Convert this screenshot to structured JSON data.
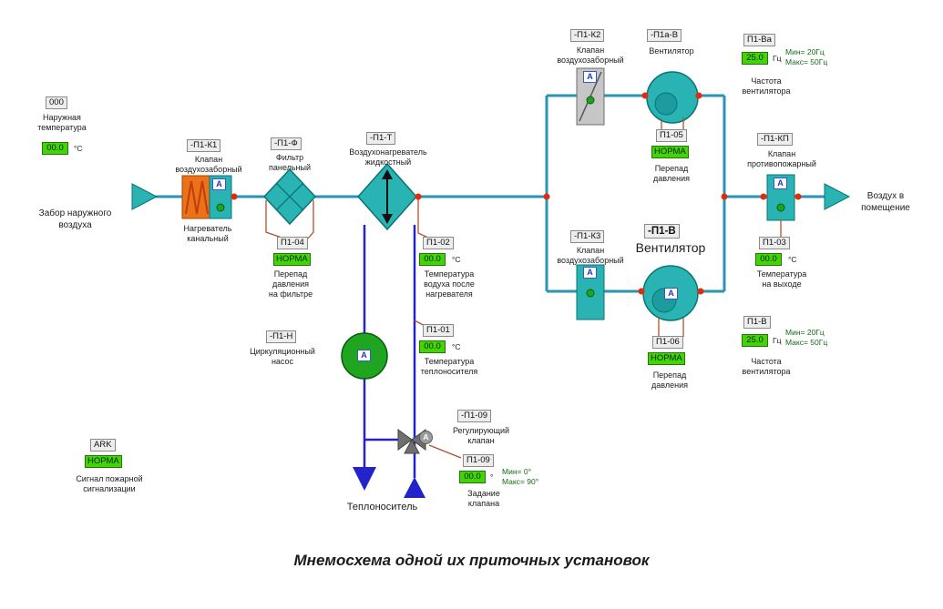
{
  "caption": "Мнемосхема одной их приточных установок",
  "ui": {
    "actuator": "A"
  },
  "colors": {
    "teal": "#2ab3b3",
    "air_pipe": "#2b93b5",
    "water_pipe": "#2323cb",
    "signal_line": "#b0512a",
    "value_green": "#43d307",
    "junction_red": "#e22b0c",
    "status_green": "#1da321",
    "heater_orange": "#ec7218"
  },
  "outside_temp": {
    "tag": "000",
    "label": "Наружная\nтемпература",
    "value": "00.0",
    "unit": "°C"
  },
  "intake": {
    "label": "Забор наружного\nвоздуха"
  },
  "heater": {
    "name": "-П1-К1",
    "kind": "Клапан\nвоздухозаборный",
    "sub": "Нагреватель\nканальный"
  },
  "filter": {
    "name": "-П1-Ф",
    "kind": "Фильтр\nпанельный",
    "tag": "П1-04",
    "status": "НОРМА",
    "desc": "Перепад\nдавления\nна фильтре"
  },
  "exchanger": {
    "name": "-П1-Т",
    "kind": "Воздухонагреватель\nжидкостный"
  },
  "temp_after": {
    "tag": "П1-02",
    "value": "00.0",
    "unit": "°C",
    "desc": "Температура\nводуха после\nнагревателя"
  },
  "temp_coolant": {
    "tag": "П1-01",
    "value": "00.0",
    "unit": "°C",
    "desc": "Температура\nтеплоносителя"
  },
  "pump": {
    "name": "-П1-Н",
    "kind": "Циркуляционный\nнасос"
  },
  "valve": {
    "name": "-П1-09",
    "kind": "Регулирующий\nклапан",
    "tag": "П1-09",
    "value": "00.0",
    "unit": "°",
    "minmax": "Мин= 0°\nМакс= 90°",
    "desc": "Задание\nклапана"
  },
  "coolant": {
    "label": "Теплоноситель"
  },
  "damper_top": {
    "name": "-П1-К2",
    "kind": "Клапан\nвоздухозаборный"
  },
  "fan_top": {
    "name": "-П1а-В",
    "kind": "Вентилятор",
    "tag": "П1-05",
    "status": "НОРМА",
    "desc": "Перепад\nдавления"
  },
  "damper_bottom": {
    "name": "-П1-К3",
    "kind": "Клапан\nвоздухозаборный"
  },
  "fan_bottom": {
    "name": "-П1-В",
    "kind": "Вентилятор",
    "tag": "П1-06",
    "status": "НОРМА",
    "desc": "Перепад\nдавления"
  },
  "freq_top": {
    "tag": "П1-Ва",
    "value": "25.0",
    "unit": "Гц",
    "minmax": "Мин= 20Гц\nМакс= 50Гц",
    "desc": "Частота\nвентилятора"
  },
  "freq_bottom": {
    "tag": "П1-В",
    "value": "25.0",
    "unit": "Гц",
    "minmax": "Мин= 20Гц\nМакс= 50Гц",
    "desc": "Частота\nвентилятора"
  },
  "fire_damper": {
    "name": "-П1-КП",
    "kind": "Клапан\nпротивопожарный"
  },
  "temp_out": {
    "tag": "П1-03",
    "value": "00.0",
    "unit": "°C",
    "desc": "Температура\nна выходе"
  },
  "outlet": {
    "label": "Воздух в\nпомещение"
  },
  "fire_alarm": {
    "tag": "ARK",
    "status": "НОРМА",
    "desc": "Сигнал пожарной\nсигнализации"
  }
}
